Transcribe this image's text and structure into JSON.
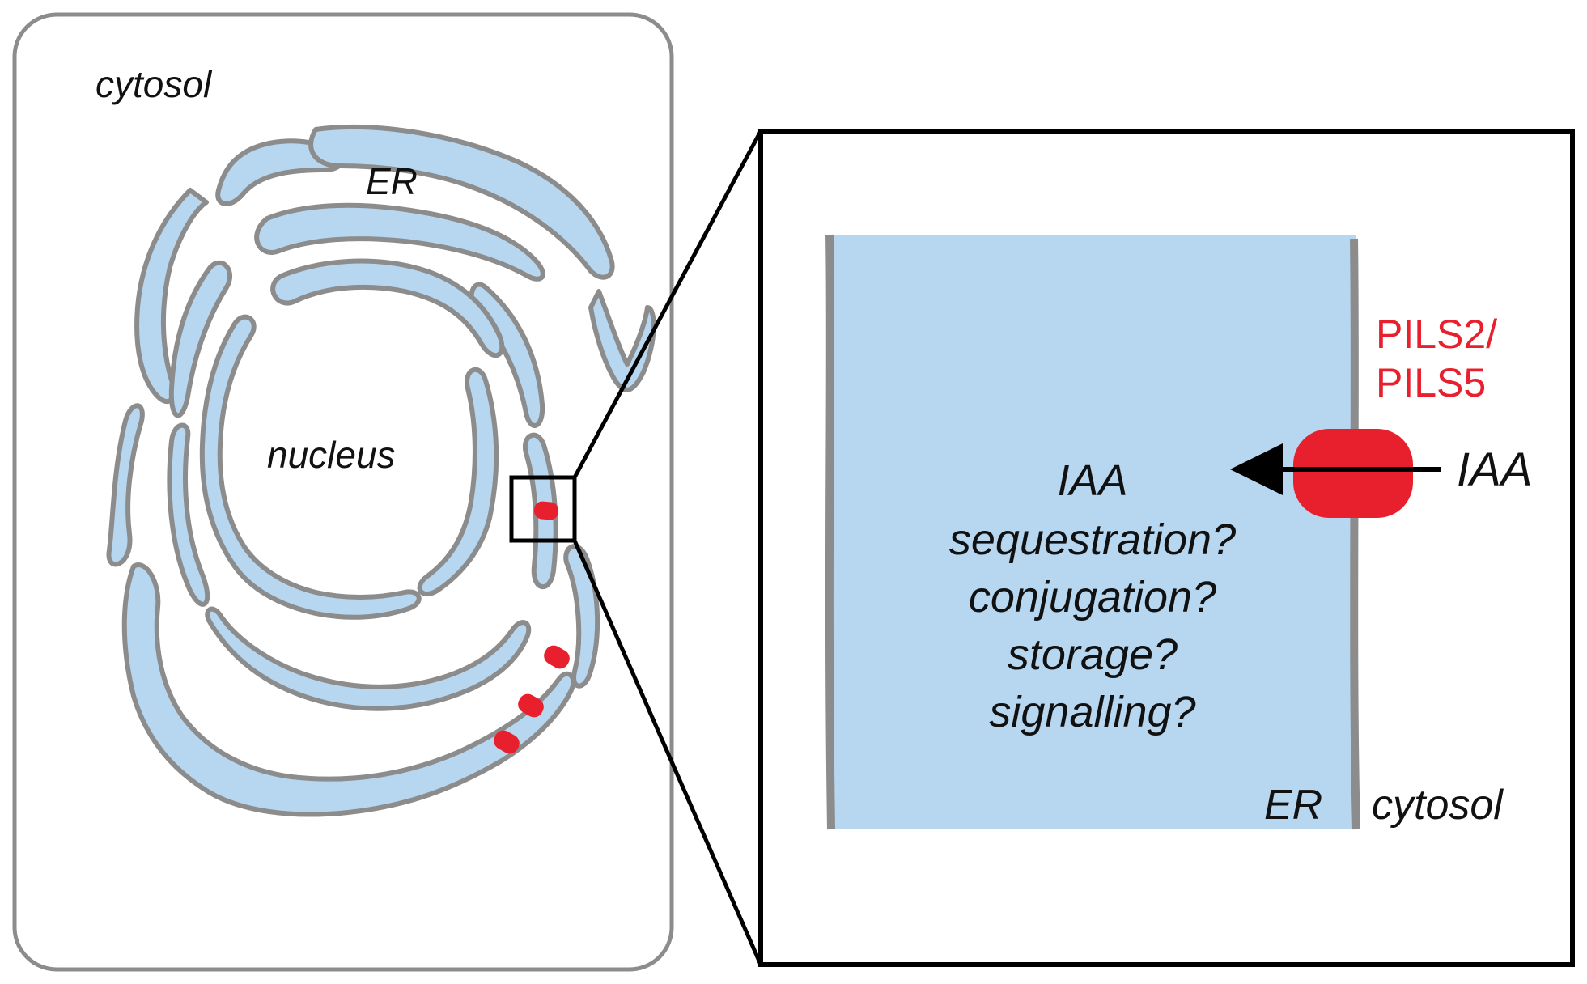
{
  "labels": {
    "cytosol_cell": "cytosol",
    "er_cell": "ER",
    "nucleus": "nucleus",
    "transporter_name_line1": "PILS2/",
    "transporter_name_line2": "PILS5",
    "iaa_outside": "IAA",
    "question_lines": [
      "IAA",
      "sequestration?",
      "conjugation?",
      "storage?",
      "signalling?"
    ],
    "er_zoom": "ER",
    "cytosol_zoom": "cytosol"
  },
  "colors": {
    "er_fill": "#b7d6f0",
    "membrane": "#8c8c8c",
    "transporter": "#e8202e",
    "frame": "#000000",
    "cell_border": "#8c8c8c"
  }
}
